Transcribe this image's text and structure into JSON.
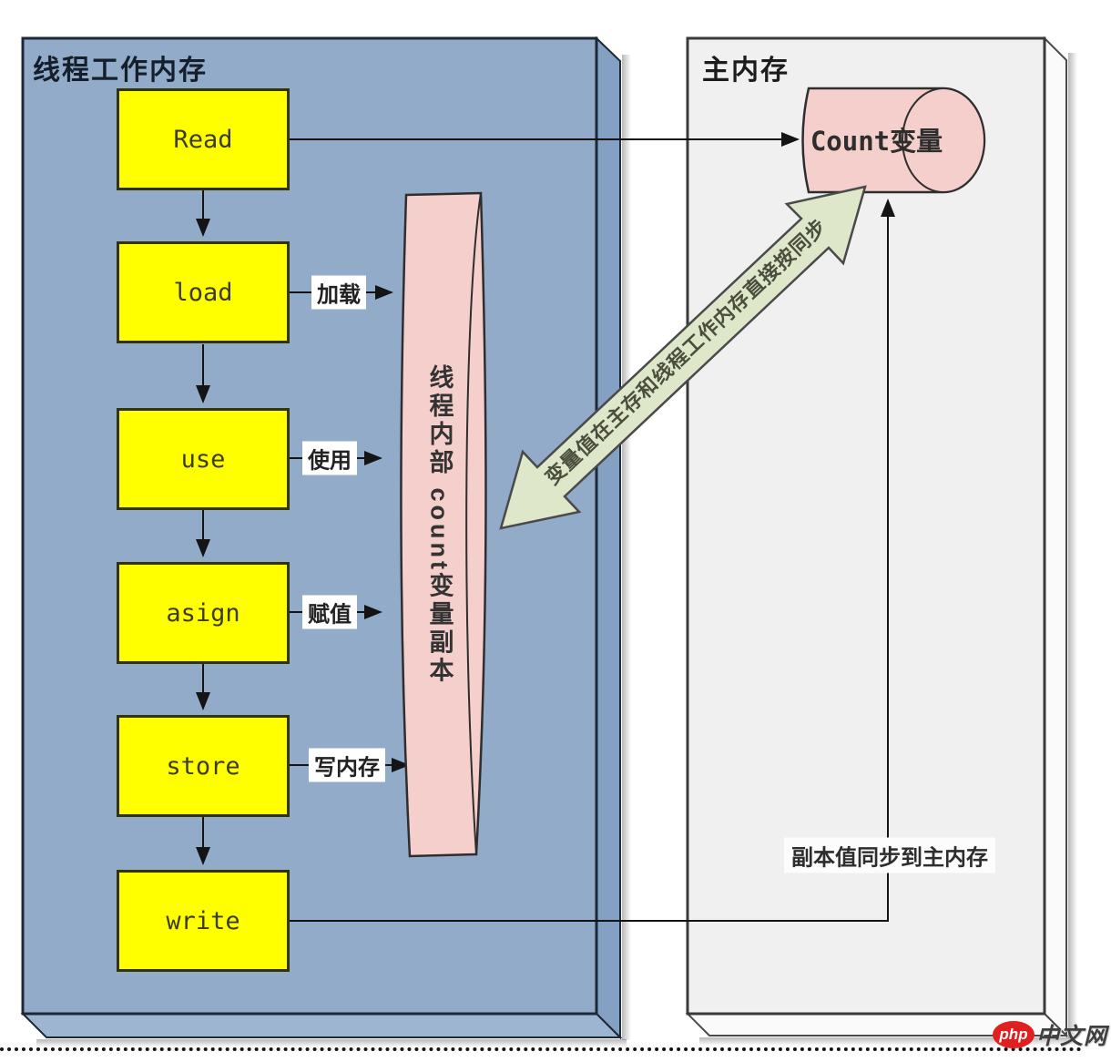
{
  "left_panel": {
    "title": "线程工作内存",
    "flow_boxes": [
      {
        "label": "Read"
      },
      {
        "label": "load",
        "arrow_label": "加载"
      },
      {
        "label": "use",
        "arrow_label": "使用"
      },
      {
        "label": "asign",
        "arrow_label": "赋值"
      },
      {
        "label": "store",
        "arrow_label": "写内存"
      },
      {
        "label": "write"
      }
    ],
    "copy_cylinder_label": "线程内部 count变量副本"
  },
  "right_panel": {
    "title": "主内存",
    "count_cylinder_label": "Count变量",
    "sync_note": "副本值同步到主内存"
  },
  "sync_arrow_label": "变量值在主存和线程工作内存直接按同步",
  "watermark": {
    "badge": "php",
    "text": "中文网"
  },
  "colors": {
    "left_panel_bg": "#92abc9",
    "left_panel_side": "#84a0c2",
    "left_panel_bottom": "#9db5d1",
    "right_panel_bg": "#f0f0f0",
    "flow_box_fill": "#ffff00",
    "cylinder_fill": "#f5cfcc",
    "sync_arrow_fill": "#dfe7cb",
    "watermark_badge": "#e02020"
  }
}
